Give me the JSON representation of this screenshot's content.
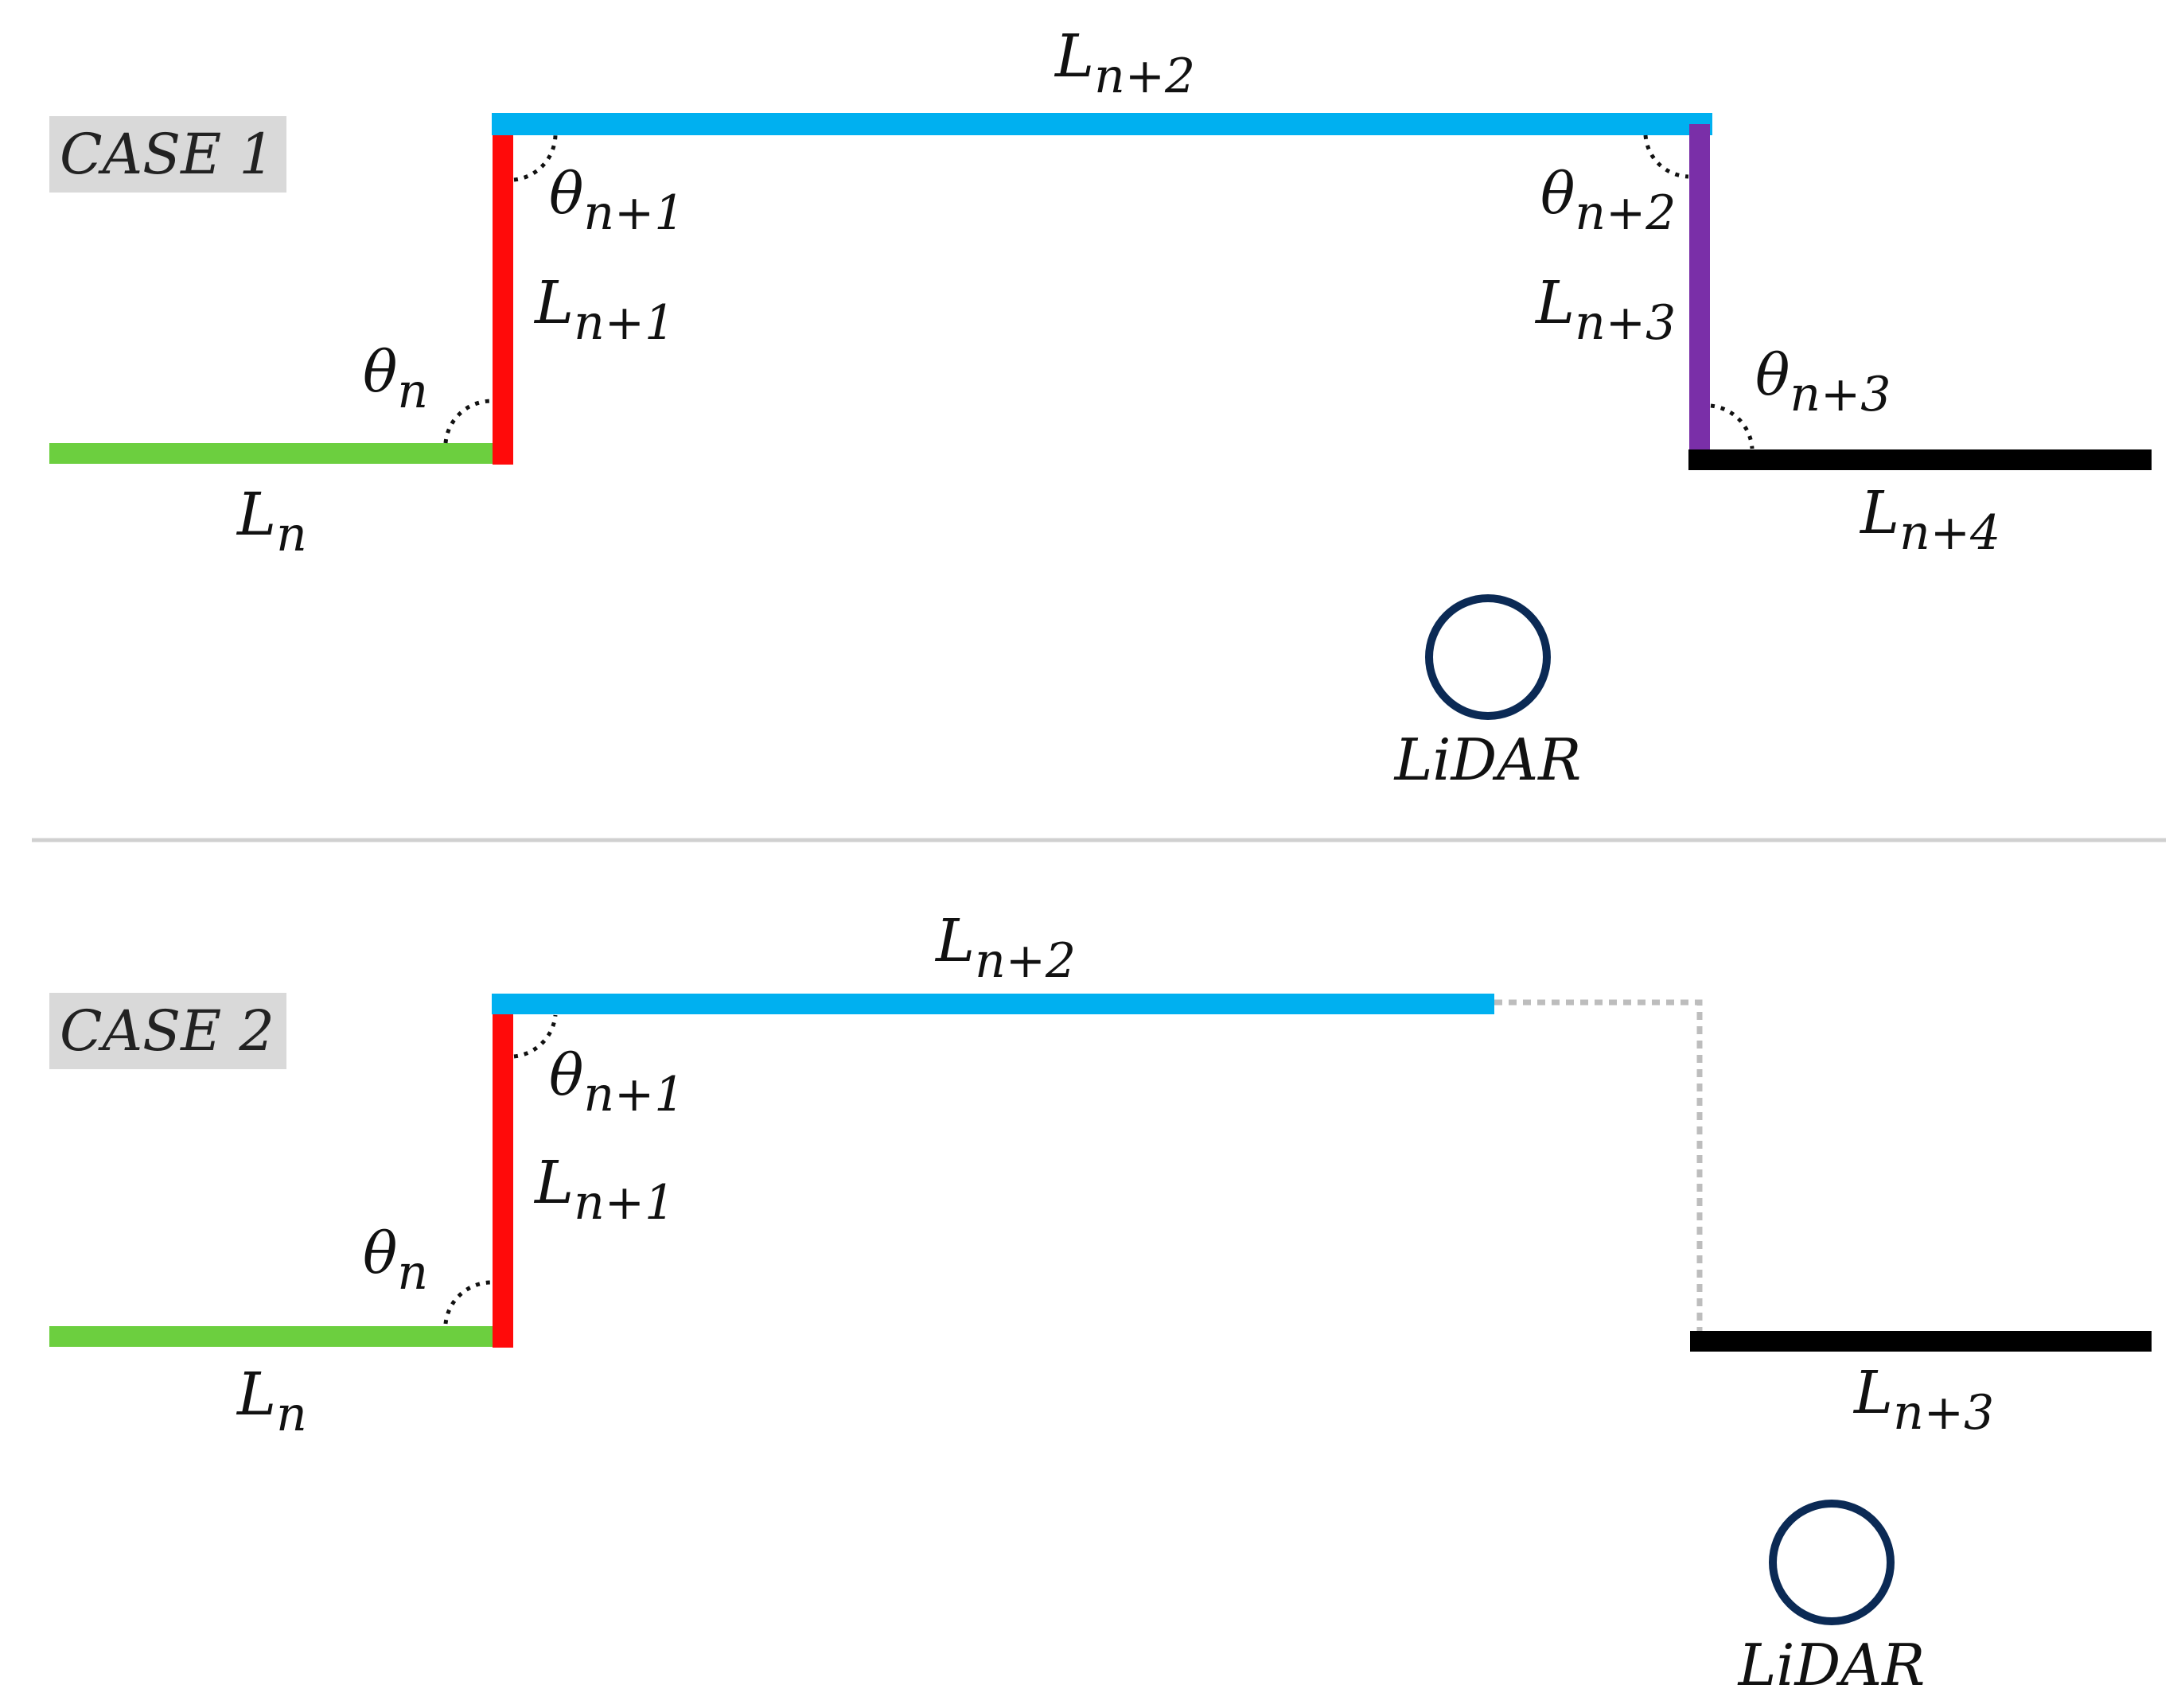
{
  "colors": {
    "green": "#6ccf3f",
    "red": "#ff0a0a",
    "blue": "#00b0f0",
    "purple": "#7a2fa8",
    "black": "#000000",
    "lidar": "#0b2a55",
    "case_box": "#d9d9d9",
    "divider": "#d0d0d0",
    "ghost": "#bdbdbd"
  },
  "case1": {
    "label": "CASE 1",
    "segments": {
      "Ln": {
        "main": "L",
        "sub": "n"
      },
      "Ln1": {
        "main": "L",
        "sub": "n+1"
      },
      "Ln2": {
        "main": "L",
        "sub": "n+2"
      },
      "Ln3": {
        "main": "L",
        "sub": "n+3"
      },
      "Ln4": {
        "main": "L",
        "sub": "n+4"
      }
    },
    "angles": {
      "tn": {
        "main": "θ",
        "sub": "n"
      },
      "tn1": {
        "main": "θ",
        "sub": "n+1"
      },
      "tn2": {
        "main": "θ",
        "sub": "n+2"
      },
      "tn3": {
        "main": "θ",
        "sub": "n+3"
      }
    },
    "lidar_label": "LiDAR"
  },
  "case2": {
    "label": "CASE 2",
    "segments": {
      "Ln": {
        "main": "L",
        "sub": "n"
      },
      "Ln1": {
        "main": "L",
        "sub": "n+1"
      },
      "Ln2": {
        "main": "L",
        "sub": "n+2"
      },
      "Ln3": {
        "main": "L",
        "sub": "n+3"
      }
    },
    "angles": {
      "tn": {
        "main": "θ",
        "sub": "n"
      },
      "tn1": {
        "main": "θ",
        "sub": "n+1"
      }
    },
    "lidar_label": "LiDAR"
  }
}
